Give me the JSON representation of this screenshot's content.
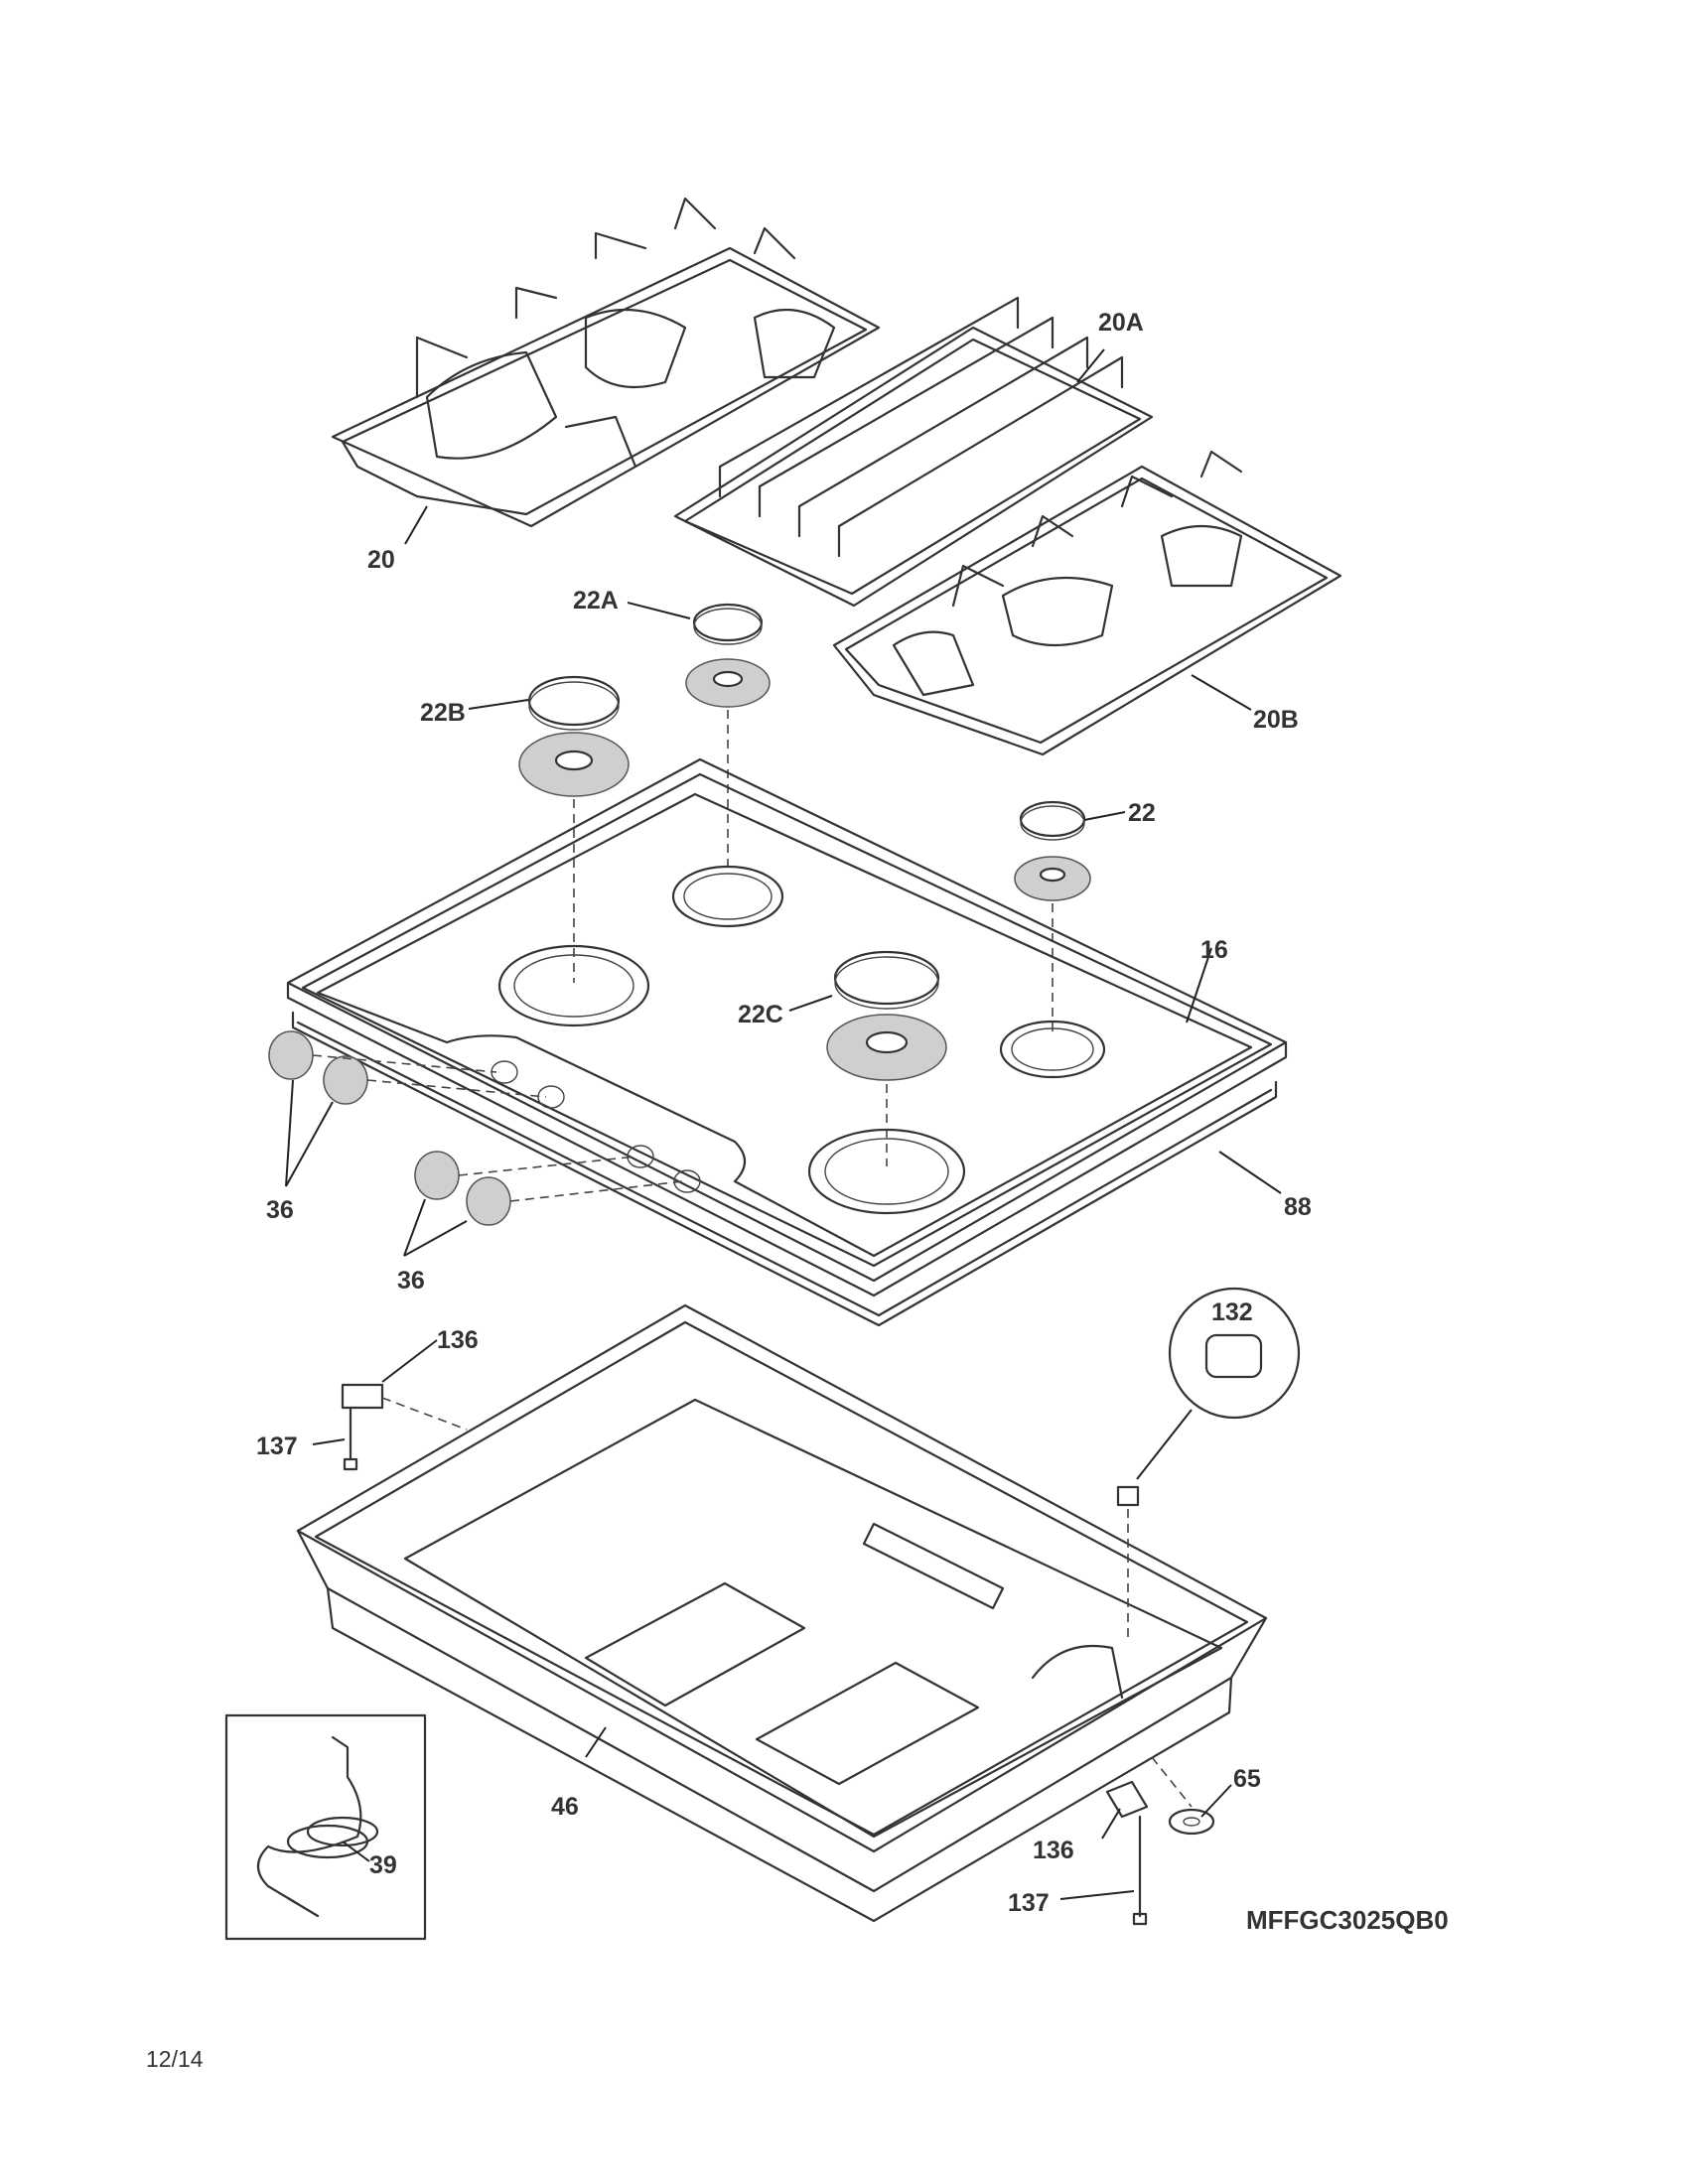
{
  "callouts": {
    "c20": "20",
    "c20a": "20A",
    "c20b": "20B",
    "c22": "22",
    "c22a": "22A",
    "c22b": "22B",
    "c22c": "22C",
    "c16": "16",
    "c88": "88",
    "c36a": "36",
    "c36b": "36",
    "c136a": "136",
    "c136b": "136",
    "c137a": "137",
    "c137b": "137",
    "c132": "132",
    "c46": "46",
    "c65": "65",
    "c39": "39"
  },
  "model_number": "MFFGC3025QB0",
  "page_date": "12/14"
}
